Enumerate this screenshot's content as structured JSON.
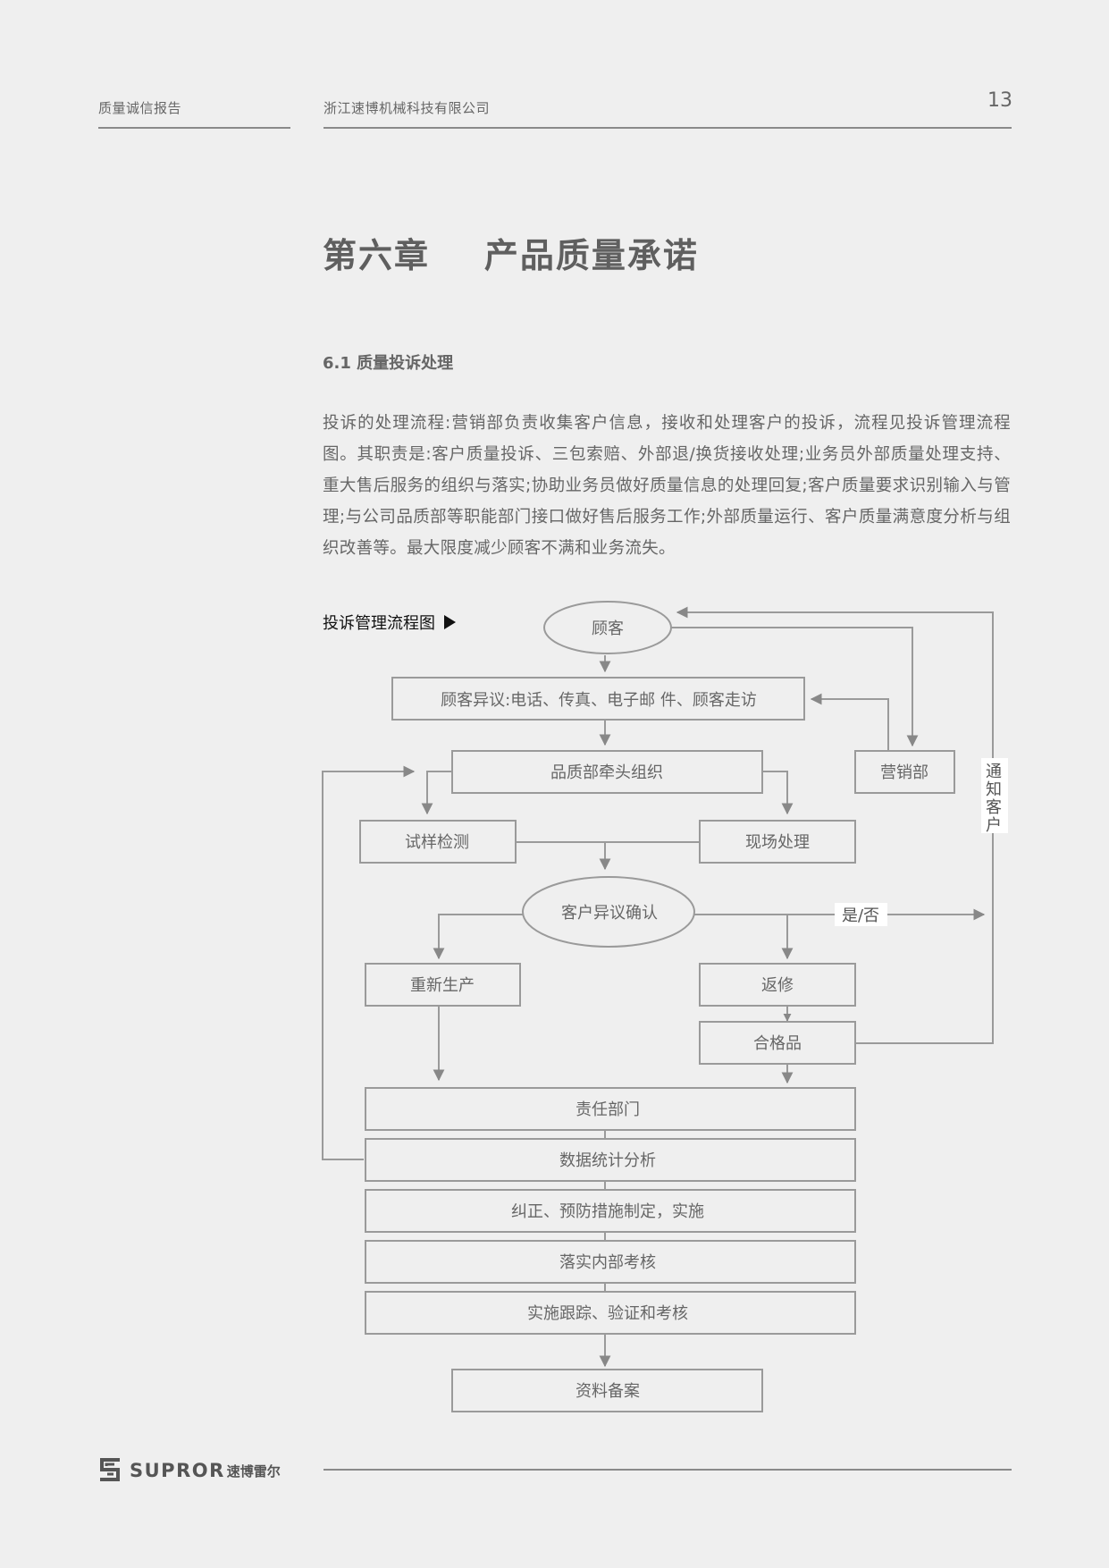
{
  "header": {
    "left_title": "质量诚信报告",
    "right_title": "浙江速博机械科技有限公司",
    "page_number": "13"
  },
  "chapter": {
    "title": "第六章    产品质量承诺"
  },
  "section": {
    "title": "6.1 质量投诉处理",
    "body": "投诉的处理流程:营销部负责收集客户信息，接收和处理客户的投诉，流程见投诉管理流程图。其职责是:客户质量投诉、三包索赔、外部退/换货接收处理;业务员外部质量处理支持、重大售后服务的组织与落实;协助业务员做好质量信息的处理回复;客户质量要求识别输入与管理;与公司品质部等职能部门接口做好售后服务工作;外部质量运行、客户质量满意度分析与组织改善等。最大限度减少顾客不满和业务流失。"
  },
  "flowchart": {
    "label": "投诉管理流程图",
    "nodes": {
      "customer": "顾客",
      "objection": "顾客异议:电话、传真、电子邮 件、顾客走访",
      "marketing": "营销部",
      "quality_dept": "品质部牵头组织",
      "sample_test": "试样检测",
      "onsite": "现场处理",
      "confirm": "客户异议确认",
      "yes_no": "是/否",
      "notify": "通知客户",
      "reproduce": "重新生产",
      "repair": "返修",
      "qualified": "合格品",
      "responsible": "责任部门",
      "statistics": "数据统计分析",
      "corrective": "纠正、预防措施制定，实施",
      "internal_assess": "落实内部考核",
      "tracking": "实施跟踪、验证和考核",
      "archive": "资料备案"
    }
  },
  "footer": {
    "brand_en": "SUPROR",
    "brand_cn": "速博雷尔"
  },
  "colors": {
    "background": "#efefef",
    "text": "#666666",
    "line": "#8a8a8a",
    "flow_stroke": "#9a9a9a"
  }
}
